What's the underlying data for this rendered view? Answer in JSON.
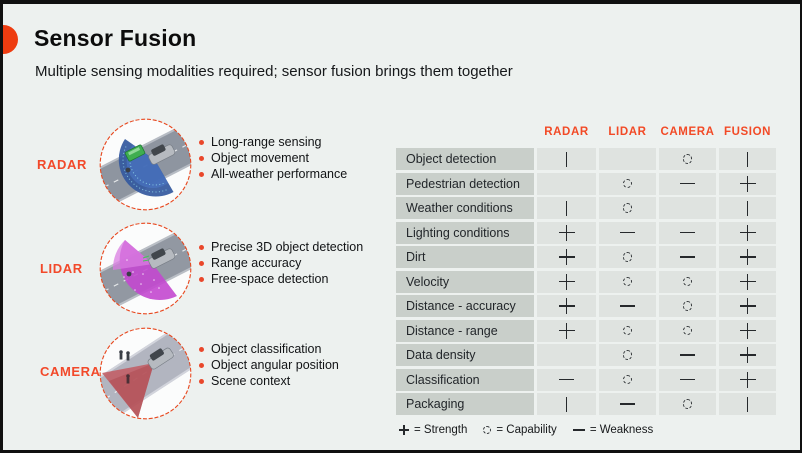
{
  "slide": {
    "title": "Sensor Fusion",
    "subtitle": "Multiple sensing modalities required; sensor fusion brings them together"
  },
  "colors": {
    "accent_red": "#ee3c10",
    "header_red": "#f24a26",
    "label_cell_bg": "#c9cfca",
    "value_cell_bg": "#dfe3e0",
    "page_bg": "#edf1ef",
    "radar_cone": "#35599f",
    "lidar_cone": "#c348cf",
    "camera_cone": "#c25b62"
  },
  "sensors": [
    {
      "name": "RADAR",
      "icon": "radar-road-blue-cone-illustration",
      "bullets": [
        "Long-range sensing",
        "Object movement",
        "All-weather performance"
      ]
    },
    {
      "name": "LIDAR",
      "icon": "lidar-road-magenta-cone-illustration",
      "bullets": [
        "Precise 3D object detection",
        "Range accuracy",
        "Free-space detection"
      ]
    },
    {
      "name": "CAMERA",
      "icon": "camera-road-red-cone-illustration",
      "bullets": [
        "Object classification",
        "Object angular position",
        "Scene context"
      ]
    }
  ],
  "comparison_table": {
    "columns": [
      "RADAR",
      "LIDAR",
      "CAMERA",
      "FUSION"
    ],
    "rows": [
      {
        "label": "Object detection",
        "values": [
          "|",
          "",
          "O",
          "|"
        ]
      },
      {
        "label": "Pedestrian detection",
        "values": [
          "",
          "O",
          "—",
          "+"
        ]
      },
      {
        "label": "Weather conditions",
        "values": [
          "|",
          "O",
          "",
          "|"
        ]
      },
      {
        "label": "Lighting conditions",
        "values": [
          "+",
          "—",
          "—",
          "+"
        ]
      },
      {
        "label": "Dirt",
        "values": [
          "+",
          "O",
          "—",
          "+"
        ]
      },
      {
        "label": "Velocity",
        "values": [
          "+",
          "O",
          "O",
          "+"
        ]
      },
      {
        "label": "Distance - accuracy",
        "values": [
          "+",
          "—",
          "O",
          "+"
        ]
      },
      {
        "label": "Distance - range",
        "values": [
          "+",
          "O",
          "O",
          "+"
        ]
      },
      {
        "label": "Data density",
        "values": [
          "",
          "O",
          "—",
          "+"
        ]
      },
      {
        "label": "Classification",
        "values": [
          "—",
          "O",
          "—",
          "+"
        ]
      },
      {
        "label": "Packaging",
        "values": [
          "|",
          "—",
          "O",
          "|"
        ]
      }
    ],
    "legend": [
      {
        "symbol": "+",
        "text": "= Strength"
      },
      {
        "symbol": "O",
        "text": "= Capability"
      },
      {
        "symbol": "—",
        "text": "= Weakness"
      }
    ]
  }
}
